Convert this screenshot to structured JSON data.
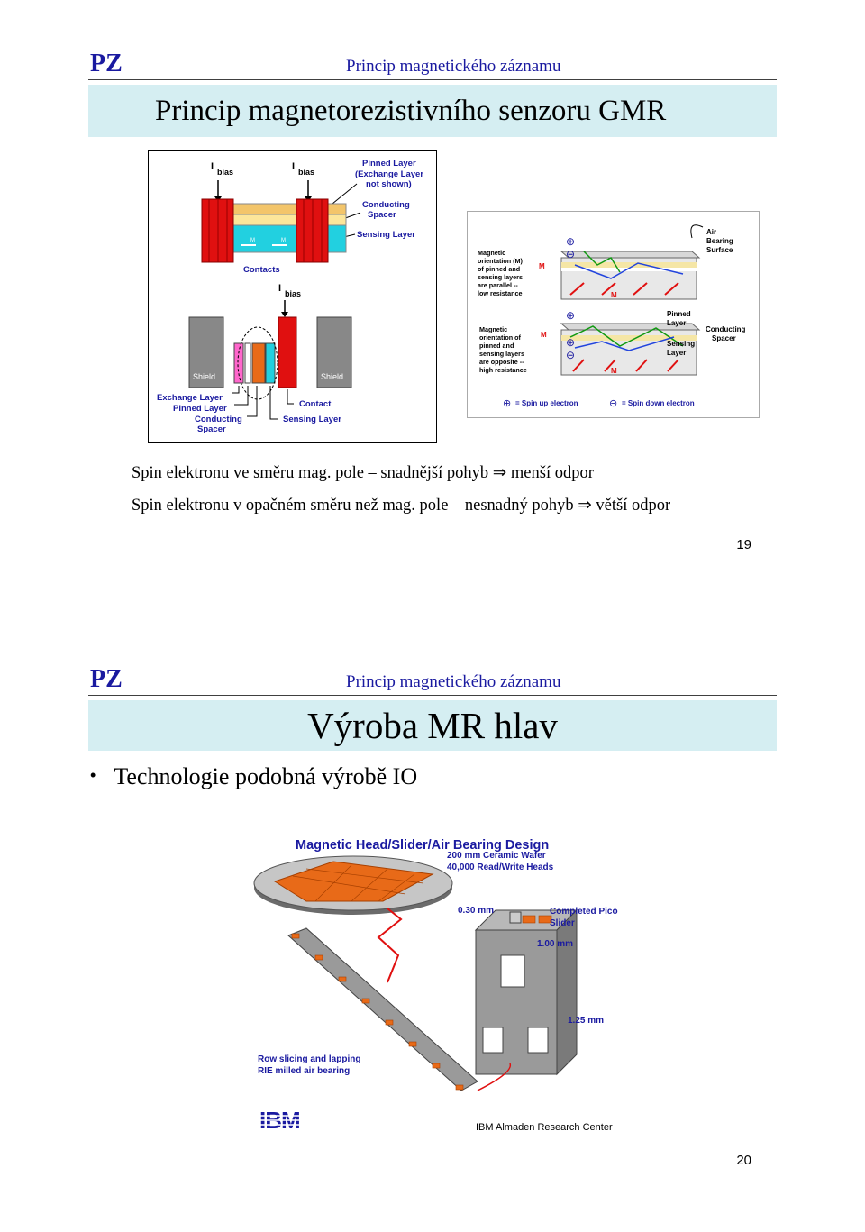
{
  "slide1": {
    "logo": "PZ",
    "header": "Princip magnetického záznamu",
    "title": "Princip magnetorezistivního senzoru GMR",
    "figure_left": {
      "i_bias": "I",
      "bias": "bias",
      "pinned_layer": "Pinned Layer",
      "exchange_layer": "(Exchange Layer",
      "not_shown": "not shown)",
      "conducting": "Conducting",
      "spacer": "Spacer",
      "sensing_layer": "Sensing Layer",
      "contacts": "Contacts",
      "m": "M",
      "shield": "Shield",
      "exchange_layer_short": "Exchange Layer",
      "contact": "Contact",
      "pinned_layer_short": "Pinned Layer",
      "conducting_short": "Conducting",
      "spacer_short": "Spacer",
      "sensing_layer_short": "Sensing Layer"
    },
    "figure_right": {
      "air": "Air",
      "bearing": "Bearing",
      "surface": "Surface",
      "top_note": [
        "Magnetic",
        "orientation (M)",
        "of pinned and",
        "sensing layers",
        "are parallel --",
        "low resistance"
      ],
      "bottom_note": [
        "Magnetic",
        "orientation of",
        "pinned and",
        "sensing layers",
        "are opposite --",
        "high resistance"
      ],
      "m": "M",
      "pinned": "Pinned",
      "layer": "Layer",
      "sensing": "Sensing",
      "conducting": "Conducting",
      "spacer": "Spacer",
      "legend_up": "= Spin up electron",
      "legend_down": "= Spin down electron",
      "plus_symbol": "⊕",
      "minus_symbol": "⊖"
    },
    "line1": "Spin elektronu ve směru mag. pole – snadnější pohyb ⇒ menší odpor",
    "line2": "Spin elektronu v opačném směru než mag. pole – nesnadný pohyb ⇒ větší odpor",
    "page_number": "19"
  },
  "slide2": {
    "logo": "PZ",
    "header": "Princip magnetického záznamu",
    "title": "Výroba MR hlav",
    "bullet": "Technologie podobná výrobě IO",
    "bullet_symbol": "•",
    "figure": {
      "title": "Magnetic Head/Slider/Air Bearing Design",
      "wafer1": "200 mm Ceramic Wafer",
      "wafer2": "40,000 Read/Write Heads",
      "dim1": "0.30 mm",
      "pico1": "Completed Pico",
      "pico2": "Slider",
      "dim2": "1.00 mm",
      "dim3": "1.25 mm",
      "row1": "Row slicing and lapping",
      "row2": "RIE milled air bearing",
      "ibm": "IBM",
      "center": "IBM Almaden Research Center"
    },
    "page_number": "20"
  },
  "colors": {
    "accent": "#1a1aa0",
    "title_bg": "#d5eef2",
    "red": "#e01010",
    "orange": "#e86a18"
  }
}
